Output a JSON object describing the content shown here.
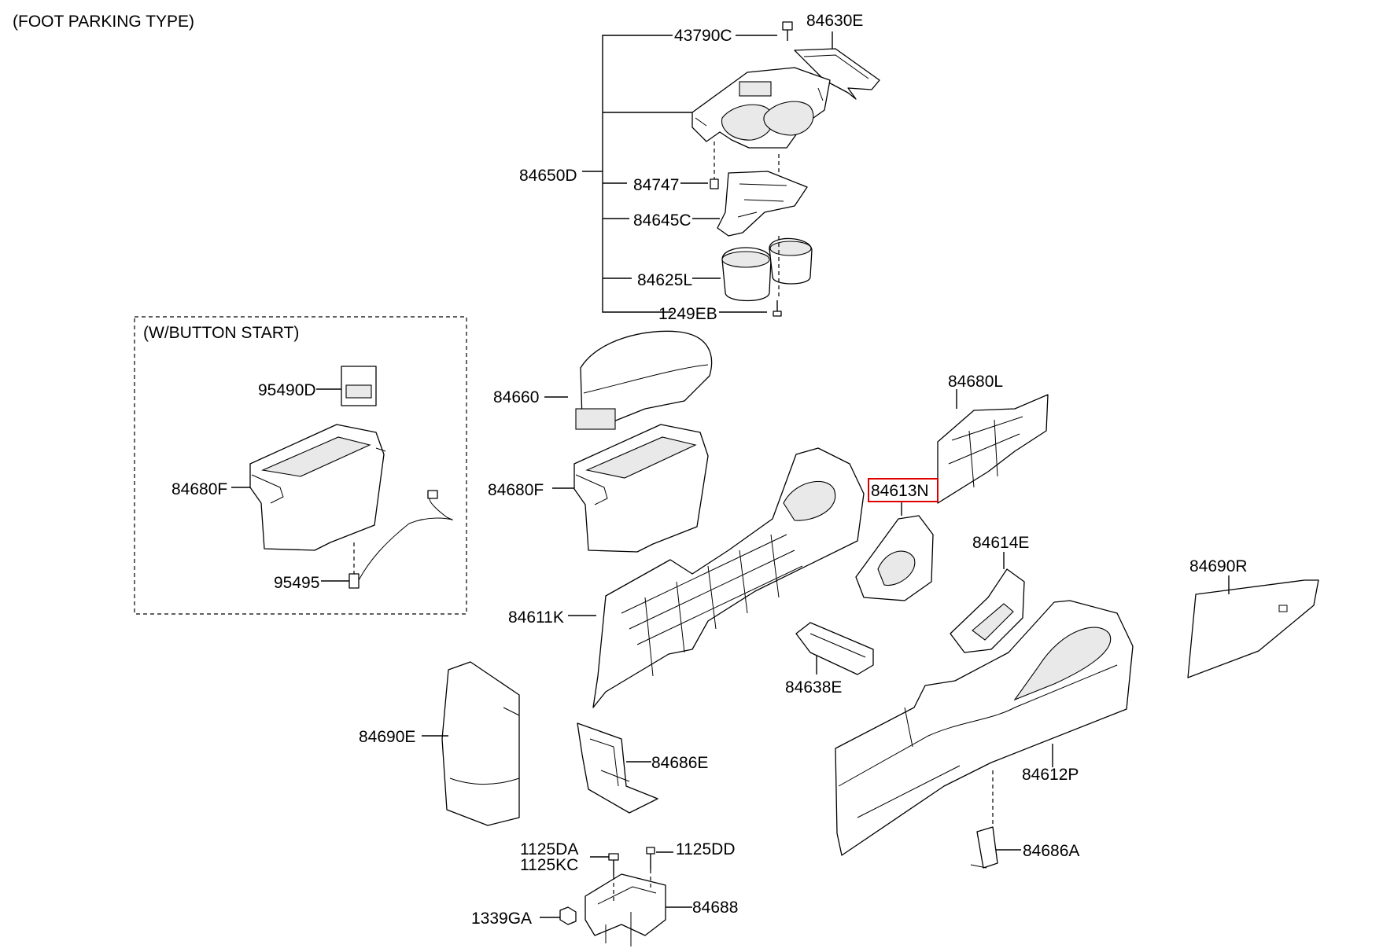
{
  "title": "(FOOT PARKING TYPE)",
  "inset_title": "(W/BUTTON START)",
  "highlight_color": "#e00000",
  "parts": {
    "p43790C": "43790C",
    "p84630E": "84630E",
    "p84650D": "84650D",
    "p84747": "84747",
    "p84645C": "84645C",
    "p84625L": "84625L",
    "p1249EB": "1249EB",
    "p95490D": "95490D",
    "p84680F_inset": "84680F",
    "p95495": "95495",
    "p84660": "84660",
    "p84680F": "84680F",
    "p84680L": "84680L",
    "p84613N": "84613N",
    "p84614E": "84614E",
    "p84690R": "84690R",
    "p84611K": "84611K",
    "p84638E": "84638E",
    "p84690E": "84690E",
    "p84686E": "84686E",
    "p84612P": "84612P",
    "p1125DA": "1125DA",
    "p1125KC": "1125KC",
    "p1125DD": "1125DD",
    "p1339GA": "1339GA",
    "p84688": "84688",
    "p84686A": "84686A"
  }
}
